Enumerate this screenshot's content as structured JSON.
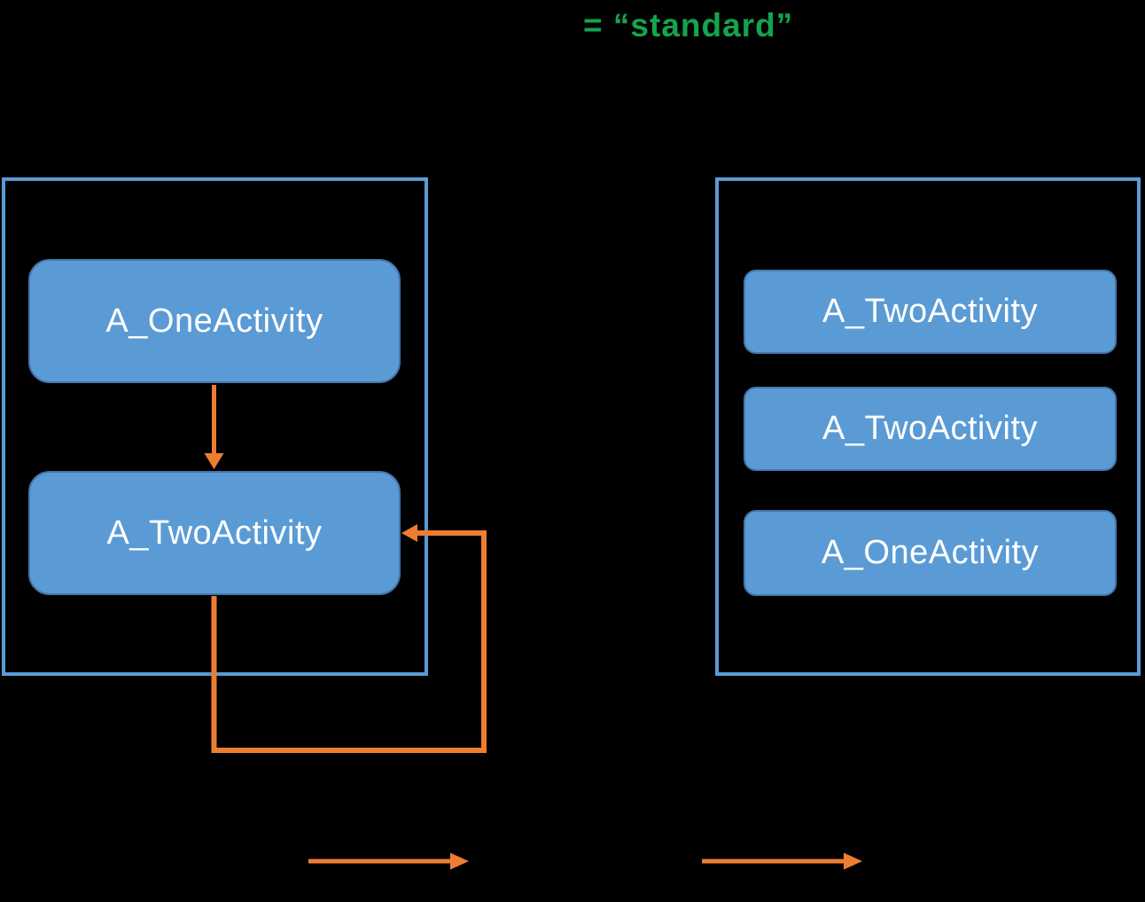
{
  "title": {
    "text": "= “standard”"
  },
  "colors": {
    "background": "#000000",
    "panel_border": "#5B9BD5",
    "box_fill": "#5B9BD5",
    "box_border": "#4575A9",
    "box_text": "#FFFFFF",
    "arrow_orange": "#ED7D31",
    "title_green": "#14A44D"
  },
  "left_task": {
    "boxes": [
      {
        "label": "A_OneActivity"
      },
      {
        "label": "A_TwoActivity"
      }
    ]
  },
  "right_task": {
    "boxes": [
      {
        "label": "A_TwoActivity"
      },
      {
        "label": "A_TwoActivity"
      },
      {
        "label": "A_OneActivity"
      }
    ]
  },
  "arrows": [
    {
      "name": "launch-down-arrow"
    },
    {
      "name": "relaunch-loop-arrow"
    },
    {
      "name": "legend-arrow-left"
    },
    {
      "name": "legend-arrow-right"
    }
  ]
}
